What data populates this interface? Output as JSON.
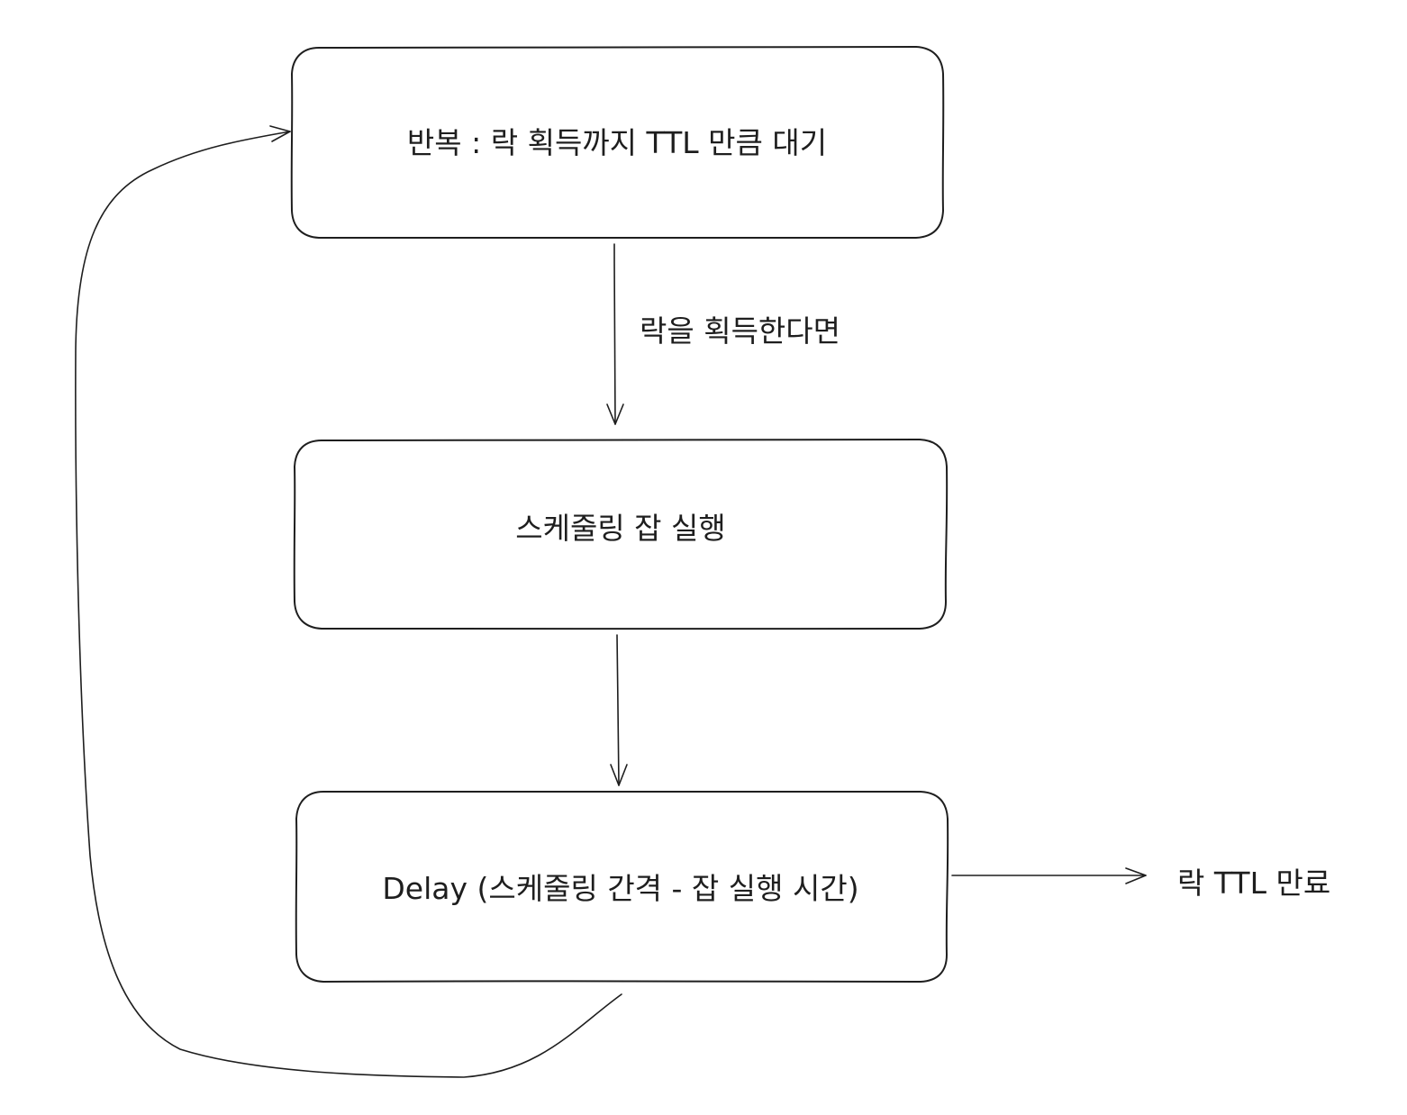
{
  "diagram": {
    "nodes": [
      {
        "id": "wait-loop",
        "label": "반복 : 락 획득까지 TTL 만큼 대기"
      },
      {
        "id": "run-job",
        "label": "스케줄링  잡  실행"
      },
      {
        "id": "delay",
        "label": "Delay (스케줄링 간격 - 잡 실행 시간)"
      }
    ],
    "edges": [
      {
        "from": "wait-loop",
        "to": "run-job",
        "label": "락을  획득한다면"
      },
      {
        "from": "run-job",
        "to": "delay",
        "label": ""
      },
      {
        "from": "delay",
        "to": "lock-ttl-expired",
        "label": ""
      },
      {
        "from": "delay",
        "to": "wait-loop",
        "label": ""
      }
    ],
    "terminal": {
      "id": "lock-ttl-expired",
      "label": "락 TTL 만료"
    }
  }
}
